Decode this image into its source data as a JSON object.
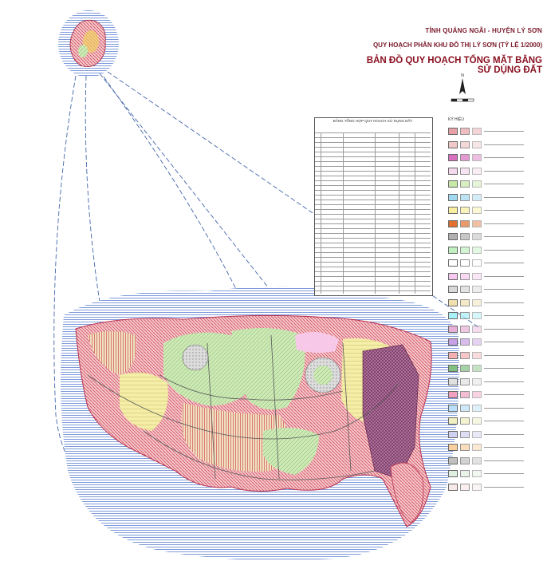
{
  "header": {
    "province": "TỈNH QUẢNG NGÃI - HUYỆN LÝ SƠN",
    "plan": "QUY HOẠCH PHÂN KHU ĐÔ THỊ LÝ SƠN (TỶ LỆ 1/2000)",
    "map_title": "BẢN ĐỒ QUY HOẠCH TỔNG MẶT BẰNG SỬ DỤNG ĐẤT"
  },
  "table": {
    "title": "BẢNG TỔNG HỢP QUY HOẠCH SỬ DỤNG ĐẤT"
  },
  "legend": {
    "title": "KÝ HIỆU",
    "colors": [
      "#e8a0a8",
      "#f0c8c8",
      "#d870c0",
      "#f4d8ec",
      "#c8e8a8",
      "#a0d8f0",
      "#f8f0a0",
      "#e07030",
      "#b0b0b0",
      "#c0f0c0",
      "#ffffff",
      "#f8c8f0",
      "#d8d8d8",
      "#f0e0b0",
      "#a8f0f8",
      "#e8b0d8",
      "#c8a0e8",
      "#f4b0b0",
      "#80c080",
      "#e0e0e0",
      "#f0a0c0",
      "#b8e0f8",
      "#f0f0c0",
      "#d0d0f0",
      "#f8d0a0",
      "#c0c0c0",
      "#e0f0e0",
      "#f8e8e8"
    ]
  },
  "scale": {
    "label": "TỶ LỆ 1/2000"
  },
  "map_colors": {
    "water": "#6f8fd6",
    "residential": "#d96a7a",
    "park": "#a8d890",
    "agriculture": "#e8e8b0",
    "special": "#8a2a6a",
    "road": "#666666"
  }
}
